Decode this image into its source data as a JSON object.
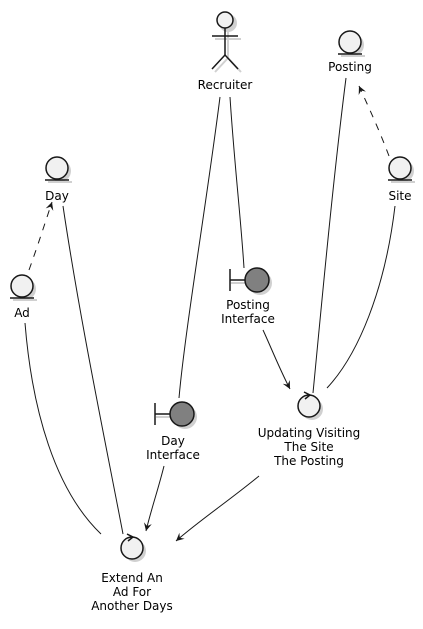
{
  "nodes": {
    "recruiter": {
      "kind": "actor",
      "label": [
        "Recruiter"
      ]
    },
    "posting": {
      "kind": "entity",
      "label": [
        "Posting"
      ]
    },
    "day": {
      "kind": "entity",
      "label": [
        "Day"
      ]
    },
    "site": {
      "kind": "entity",
      "label": [
        "Site"
      ]
    },
    "ad": {
      "kind": "entity",
      "label": [
        "Ad"
      ]
    },
    "posting_interface": {
      "kind": "boundary",
      "label": [
        "Posting",
        "Interface"
      ]
    },
    "day_interface": {
      "kind": "boundary",
      "label": [
        "Day",
        "Interface"
      ]
    },
    "updating_control": {
      "kind": "control",
      "label": [
        "Updating Visiting",
        "The Site",
        "The Posting"
      ]
    },
    "extend_control": {
      "kind": "control",
      "label": [
        "Extend An",
        "Ad For",
        "Another Days"
      ]
    }
  },
  "edges": [
    {
      "from": "recruiter",
      "to": "posting_interface",
      "style": "solid",
      "arrow": false
    },
    {
      "from": "recruiter",
      "to": "day_interface",
      "style": "solid",
      "arrow": false
    },
    {
      "from": "posting_interface",
      "to": "updating_control",
      "style": "solid",
      "arrow": true
    },
    {
      "from": "posting",
      "to": "updating_control",
      "style": "solid",
      "arrow": false
    },
    {
      "from": "site",
      "to": "posting",
      "style": "dashed",
      "arrow": true
    },
    {
      "from": "site",
      "to": "updating_control",
      "style": "solid",
      "arrow": false
    },
    {
      "from": "ad",
      "to": "day",
      "style": "dashed",
      "arrow": true
    },
    {
      "from": "day",
      "to": "extend_control",
      "style": "solid",
      "arrow": false
    },
    {
      "from": "ad",
      "to": "extend_control",
      "style": "solid",
      "arrow": false
    },
    {
      "from": "day_interface",
      "to": "extend_control",
      "style": "solid",
      "arrow": true
    },
    {
      "from": "updating_control",
      "to": "extend_control",
      "style": "solid",
      "arrow": true
    }
  ],
  "colors": {
    "line": "#181818",
    "node_fill": "#f1f1f1",
    "boundary_fill": "#808080",
    "shadow": "#d0d0d0"
  }
}
